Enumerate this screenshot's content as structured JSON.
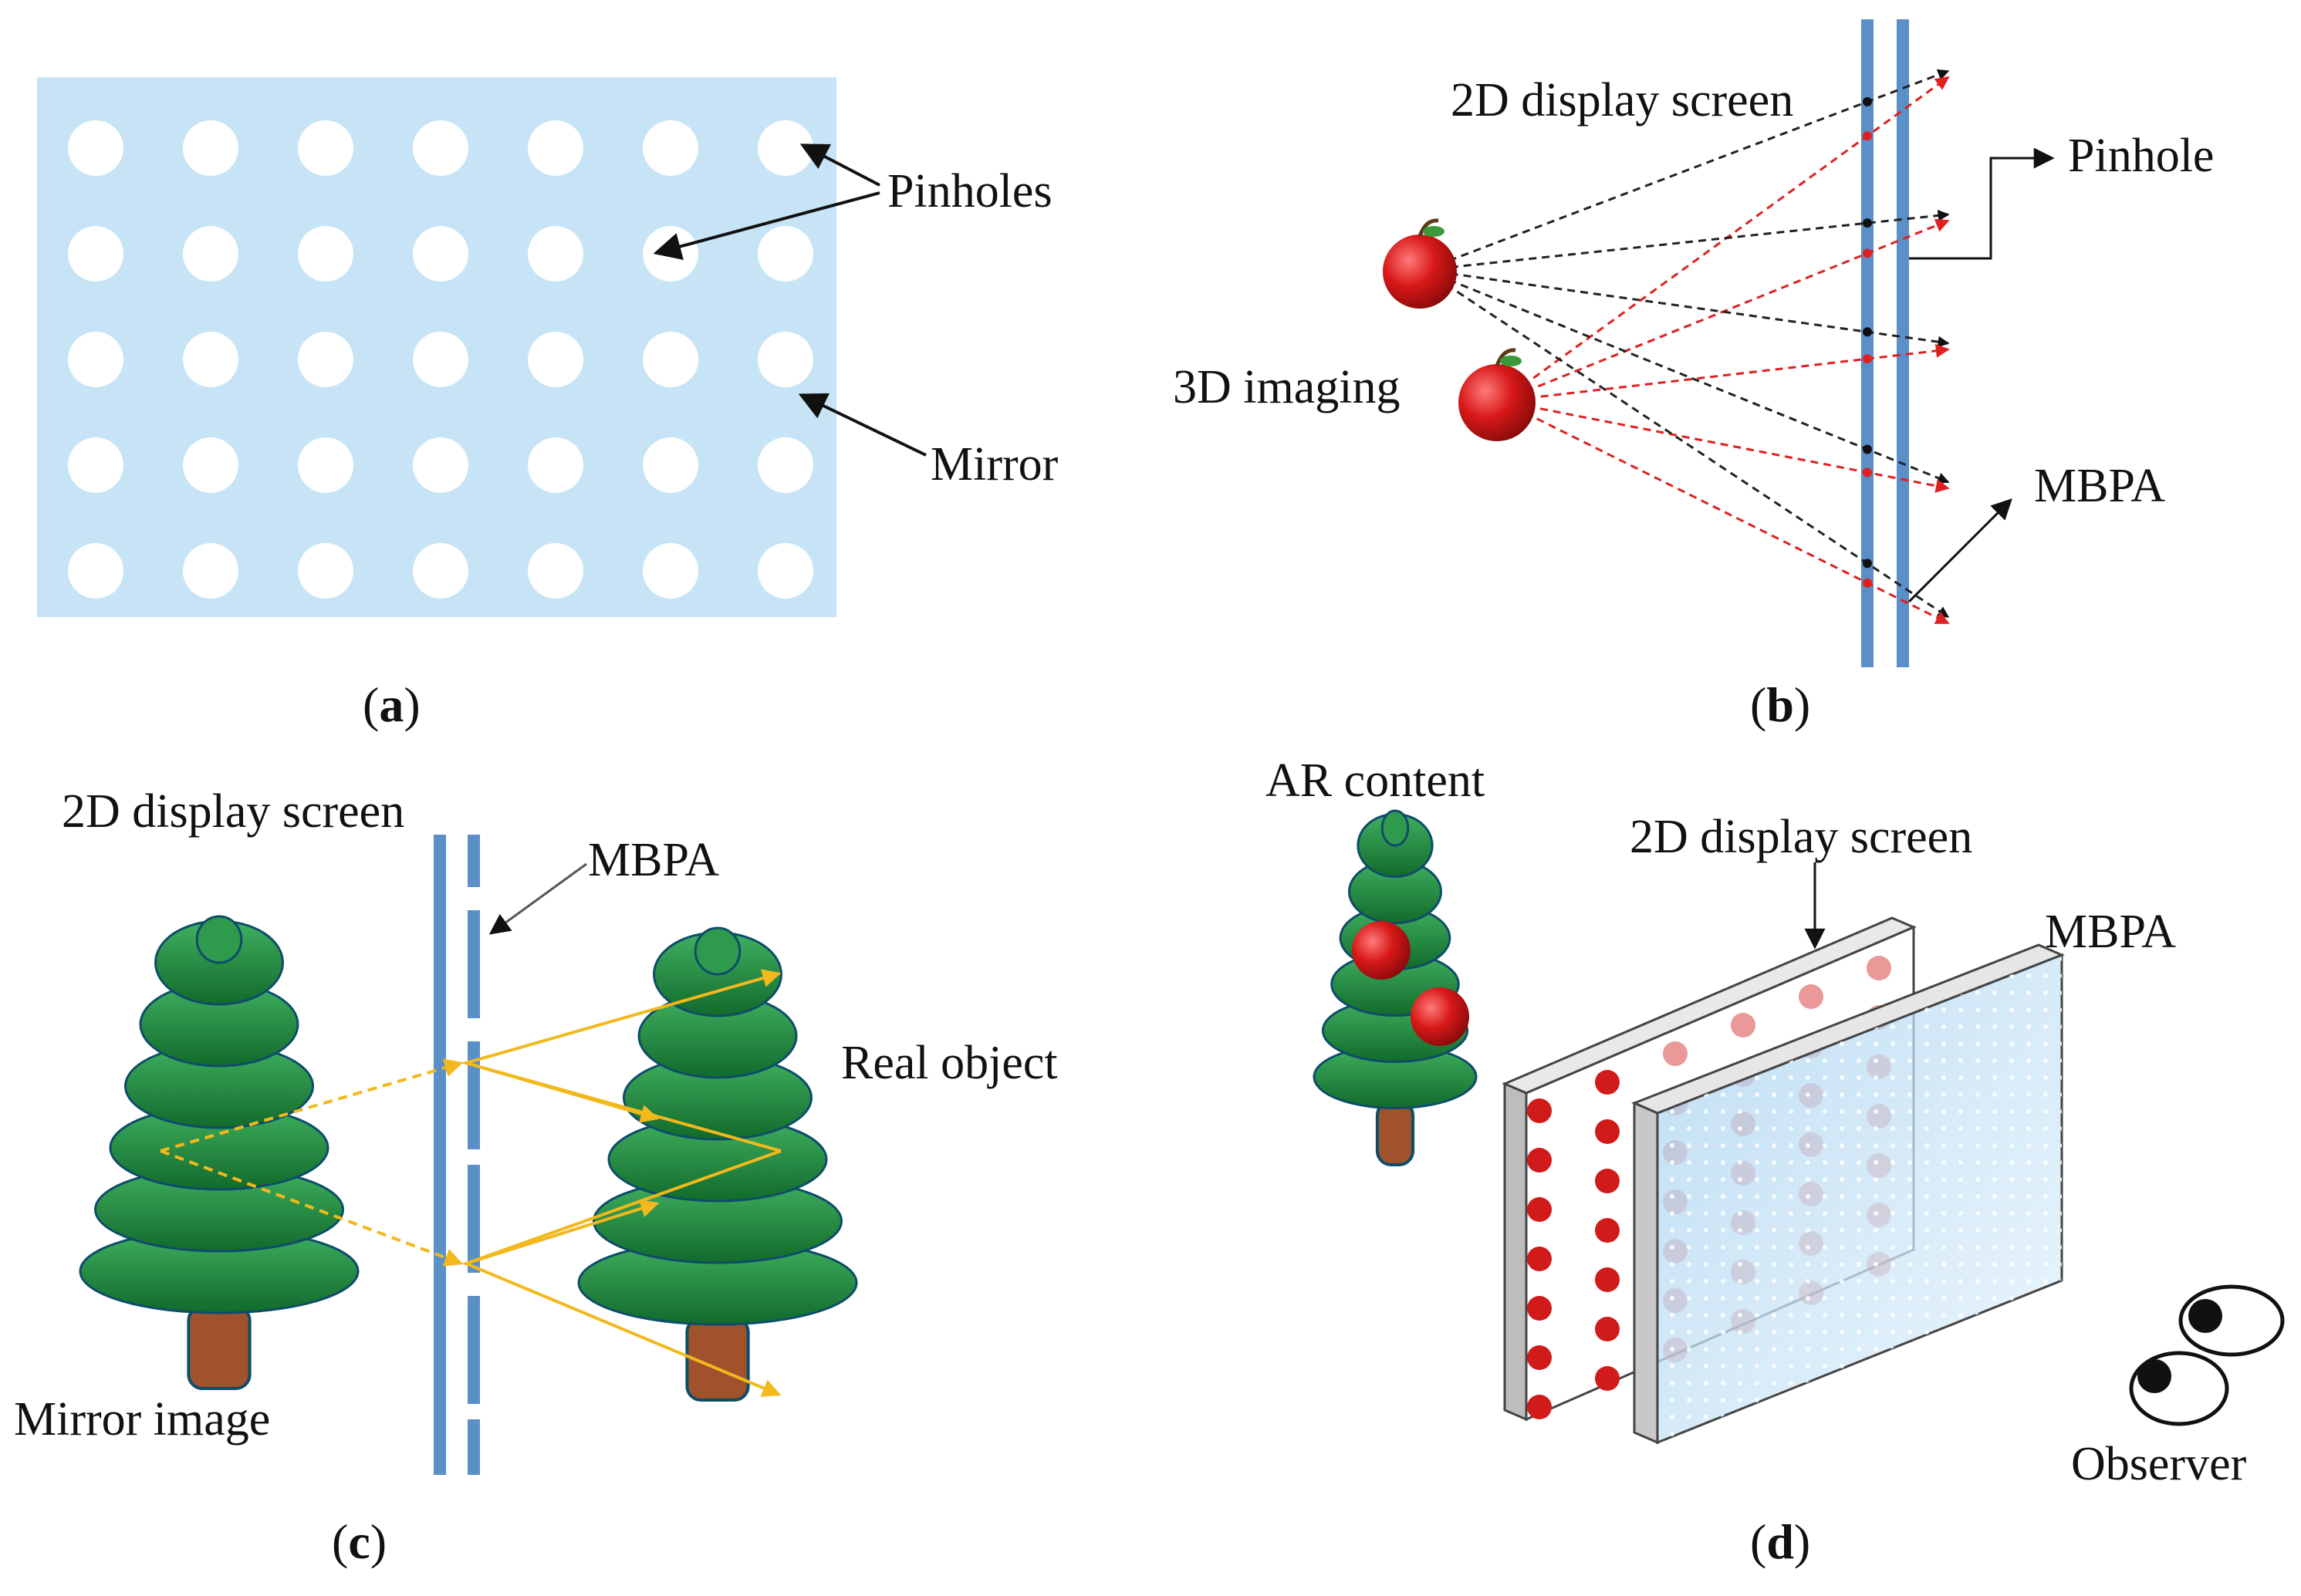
{
  "figure": {
    "panel_a": {
      "caption_open": "(",
      "caption_letter": "a",
      "caption_close": ")",
      "label_pinholes": "Pinholes",
      "label_mirror": "Mirror",
      "colors": {
        "mirror": "#c6e4f6",
        "pinhole": "#ffffff"
      }
    },
    "panel_b": {
      "caption_open": "(",
      "caption_letter": "b",
      "caption_close": ")",
      "label_screen": "2D display screen",
      "label_pinhole": "Pinhole",
      "label_imaging": "3D imaging",
      "label_mbpa": "MBPA",
      "colors": {
        "bar": "#5b8fc7",
        "black_ray": "#222222",
        "red_ray": "#e02020",
        "apple": "#d11a1a"
      }
    },
    "panel_c": {
      "caption_open": "(",
      "caption_letter": "c",
      "caption_close": ")",
      "label_screen": "2D display screen",
      "label_mbpa": "MBPA",
      "label_real": "Real object",
      "label_mirror_image": "Mirror image",
      "colors": {
        "bar": "#5b8fc7",
        "ray": "#f2b81c",
        "tree": "#1f8a3a",
        "trunk": "#a0522d"
      }
    },
    "panel_d": {
      "caption_open": "(",
      "caption_letter": "d",
      "caption_close": ")",
      "label_ar": "AR content",
      "label_screen": "2D display screen",
      "label_mbpa": "MBPA",
      "label_observer": "Observer",
      "colors": {
        "panel_fill": "#ffffff",
        "mbpa_fill": "#cfe6f7",
        "frame": "#bdbdbd"
      }
    }
  }
}
